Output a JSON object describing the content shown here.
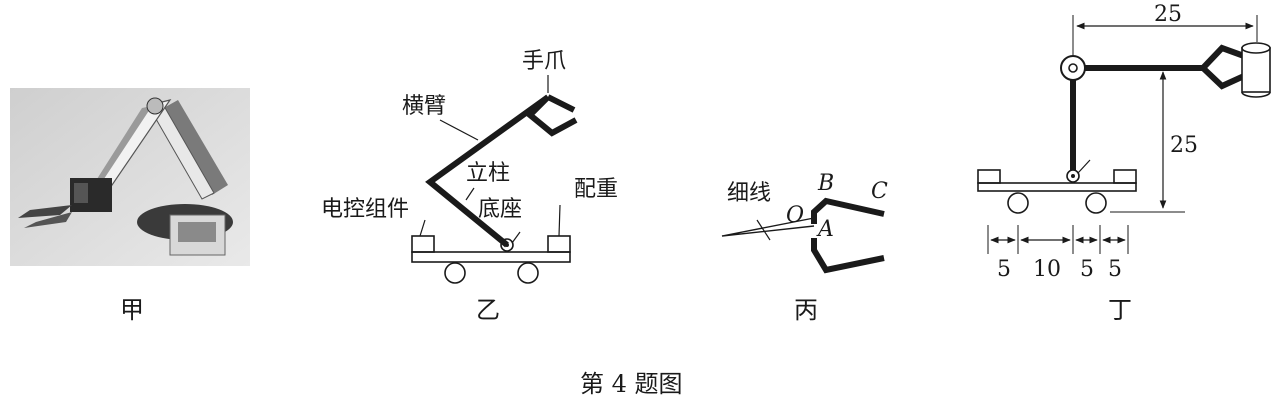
{
  "figure_title": "第 4 题图",
  "panels": {
    "jia": {
      "caption": "甲"
    },
    "yi": {
      "caption": "乙",
      "labels": {
        "gripper": "手爪",
        "arm": "横臂",
        "column": "立柱",
        "control": "电控组件",
        "base": "底座",
        "counterweight": "配重"
      }
    },
    "bing": {
      "caption": "丙",
      "labels": {
        "thread": "细线",
        "B": "B",
        "C": "C",
        "O": "O",
        "A": "A"
      }
    },
    "ding": {
      "caption": "丁",
      "dimensions": {
        "top": "25",
        "height": "25",
        "b1": "5",
        "b2": "10",
        "b3": "5",
        "b4": "5"
      }
    }
  }
}
